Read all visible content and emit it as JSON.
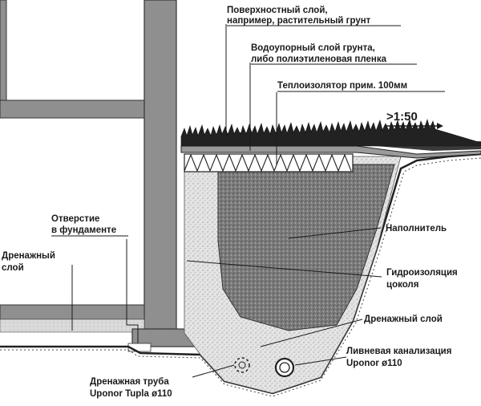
{
  "labels": {
    "surface_layer_1": "Поверхностный слой,",
    "surface_layer_2": "например, растительный грунт",
    "waterproof_layer_1": "Водоупорный слой грунта,",
    "waterproof_layer_2": "либо полиэтиленовая пленка",
    "insulation": "Теплоизолятор прим. 100мм",
    "slope": ">1:50",
    "opening_1": "Отверстие",
    "opening_2": "в фундаменте",
    "drainage_layer_left_1": "Дренажный",
    "drainage_layer_left_2": "слой",
    "filler": "Наполнитель",
    "plinth_waterproofing_1": "Гидроизоляция",
    "plinth_waterproofing_2": "цоколя",
    "drainage_layer_right": "Дренажный слой",
    "storm_sewer_1": "Ливневая канализация",
    "storm_sewer_2": "Uponor ø110",
    "drain_pipe_1": "Дренажная труба",
    "drain_pipe_2": "Uponor Tupla ø110"
  },
  "colors": {
    "wall": "#8f8f8f",
    "wall_dark": "#6e6e6e",
    "gravel": "#dedede",
    "filler": "#8a8a8a",
    "soil": "#3a3a3a",
    "ink": "#1a1a1a"
  }
}
